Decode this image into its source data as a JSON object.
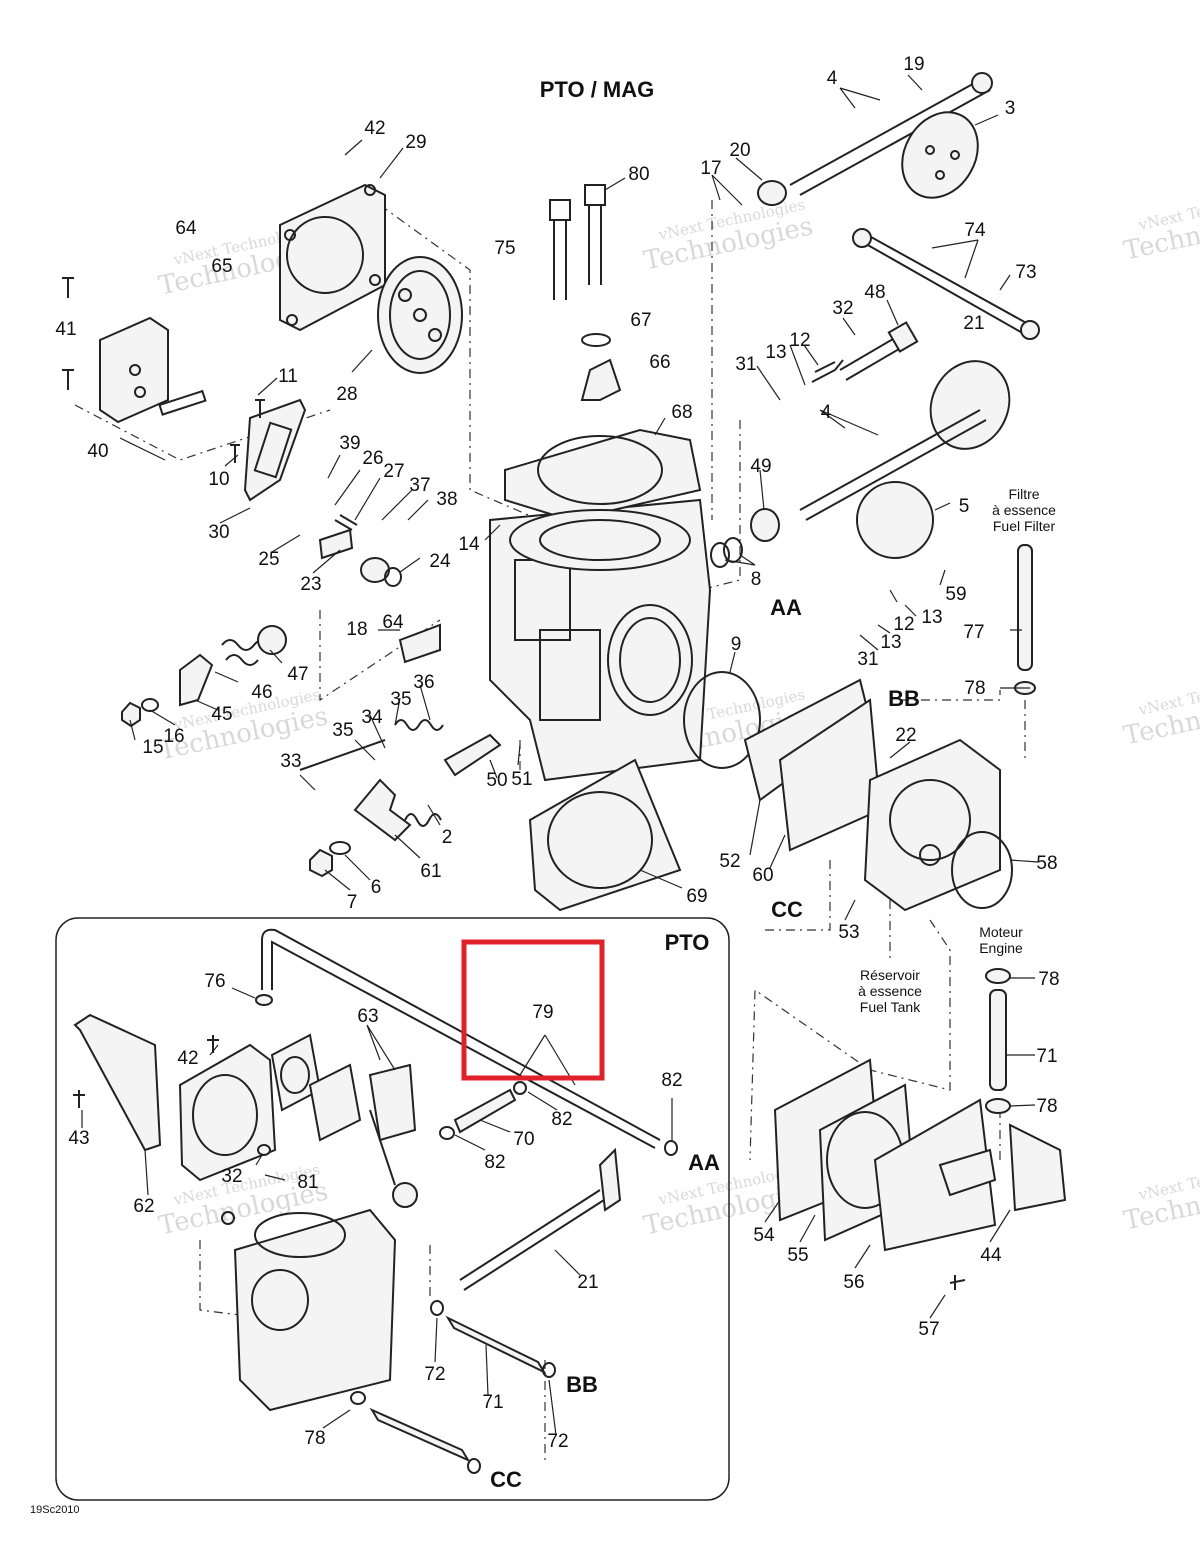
{
  "title": "PTO / MAG",
  "inset_title": "PTO",
  "figure_code": "19Sc2010",
  "watermark": {
    "line1": "vNext Technologies",
    "line2": "Technologies"
  },
  "captions": {
    "fuel_filter": [
      "Filtre",
      "à essence",
      "Fuel Filter"
    ],
    "engine": [
      "Moteur",
      "Engine"
    ],
    "fuel_tank": [
      "Réservoir",
      "à essence",
      "Fuel Tank"
    ]
  },
  "connection_labels": [
    "AA",
    "BB",
    "CC",
    "AA",
    "BB",
    "CC"
  ],
  "part_numbers": [
    "19",
    "4",
    "3",
    "42",
    "29",
    "20",
    "17",
    "80",
    "64",
    "65",
    "75",
    "74",
    "73",
    "41",
    "28",
    "67",
    "66",
    "32",
    "48",
    "21",
    "31",
    "13",
    "12",
    "11",
    "4",
    "68",
    "40",
    "39",
    "26",
    "27",
    "49",
    "10",
    "37",
    "38",
    "5",
    "14",
    "30",
    "25",
    "24",
    "23",
    "8",
    "AA",
    "59",
    "18",
    "64",
    "12",
    "13",
    "77",
    "47",
    "36",
    "46",
    "13",
    "31",
    "45",
    "35",
    "34",
    "9",
    "16",
    "15",
    "BB",
    "78",
    "35",
    "22",
    "33",
    "50",
    "51",
    "2",
    "52",
    "60",
    "58",
    "61",
    "6",
    "7",
    "69",
    "53",
    "CC"
  ],
  "inset_part_numbers": [
    "76",
    "63",
    "79",
    "82",
    "42",
    "43",
    "70",
    "82",
    "82",
    "32",
    "81",
    "62",
    "21",
    "72",
    "71",
    "72",
    "78"
  ],
  "lower_right_part_numbers": [
    "78",
    "71",
    "78",
    "54",
    "55",
    "56",
    "44",
    "57"
  ],
  "highlight": {
    "label": "79",
    "color": "#e0202a"
  },
  "colors": {
    "line": "#222222",
    "highlight": "#e0202a",
    "watermark": "#b9b9b9"
  }
}
